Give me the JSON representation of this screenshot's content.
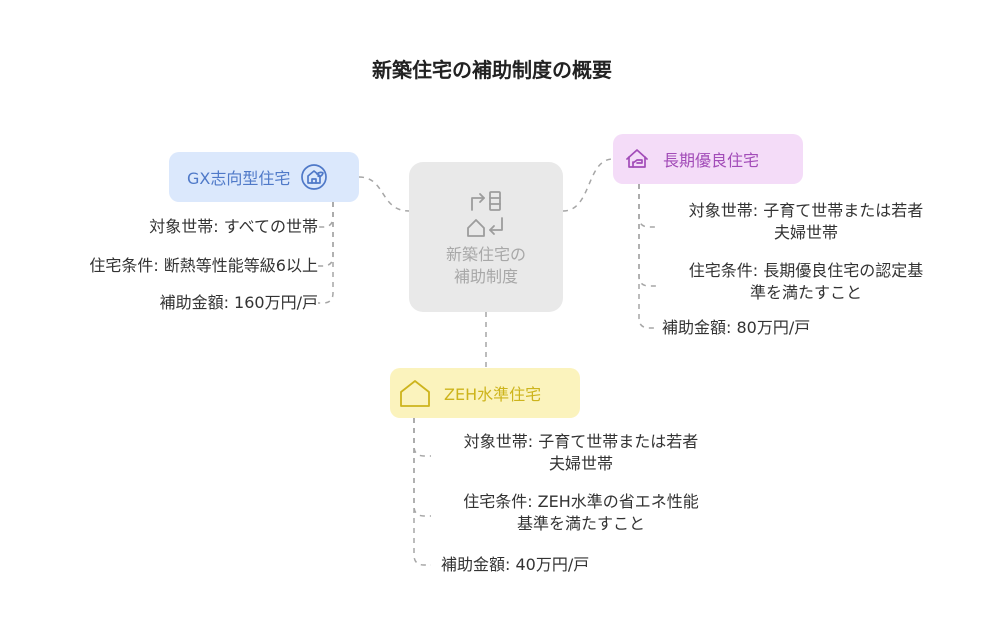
{
  "title": "新築住宅の補助制度の概要",
  "center": {
    "label": "新築住宅の\n補助制度",
    "icon": "transfer-arrows-icon"
  },
  "nodes": {
    "gx": {
      "label": "GX志向型住宅",
      "icon": "eco-house-icon",
      "color": "#4f79c8",
      "items": [
        "対象世帯: すべての世帯",
        "住宅条件: 断熱等性能等級6以上",
        "補助金額: 160万円/戸"
      ]
    },
    "chouki": {
      "label": "長期優良住宅",
      "icon": "house-hand-icon",
      "color": "#a24cb8",
      "items": [
        [
          "対象世帯: 子育て世帯または若者",
          "夫婦世帯"
        ],
        [
          "住宅条件: 長期優良住宅の認定基",
          "準を満たすこと"
        ],
        "補助金額: 80万円/戸"
      ]
    },
    "zeh": {
      "label": "ZEH水準住宅",
      "icon": "house-outline-icon",
      "color": "#cdb41c",
      "items": [
        [
          "対象世帯: 子育て世帯または若者",
          "夫婦世帯"
        ],
        [
          "住宅条件: ZEH水準の省エネ性能",
          "基準を満たすこと"
        ],
        "補助金額: 40万円/戸"
      ]
    }
  }
}
